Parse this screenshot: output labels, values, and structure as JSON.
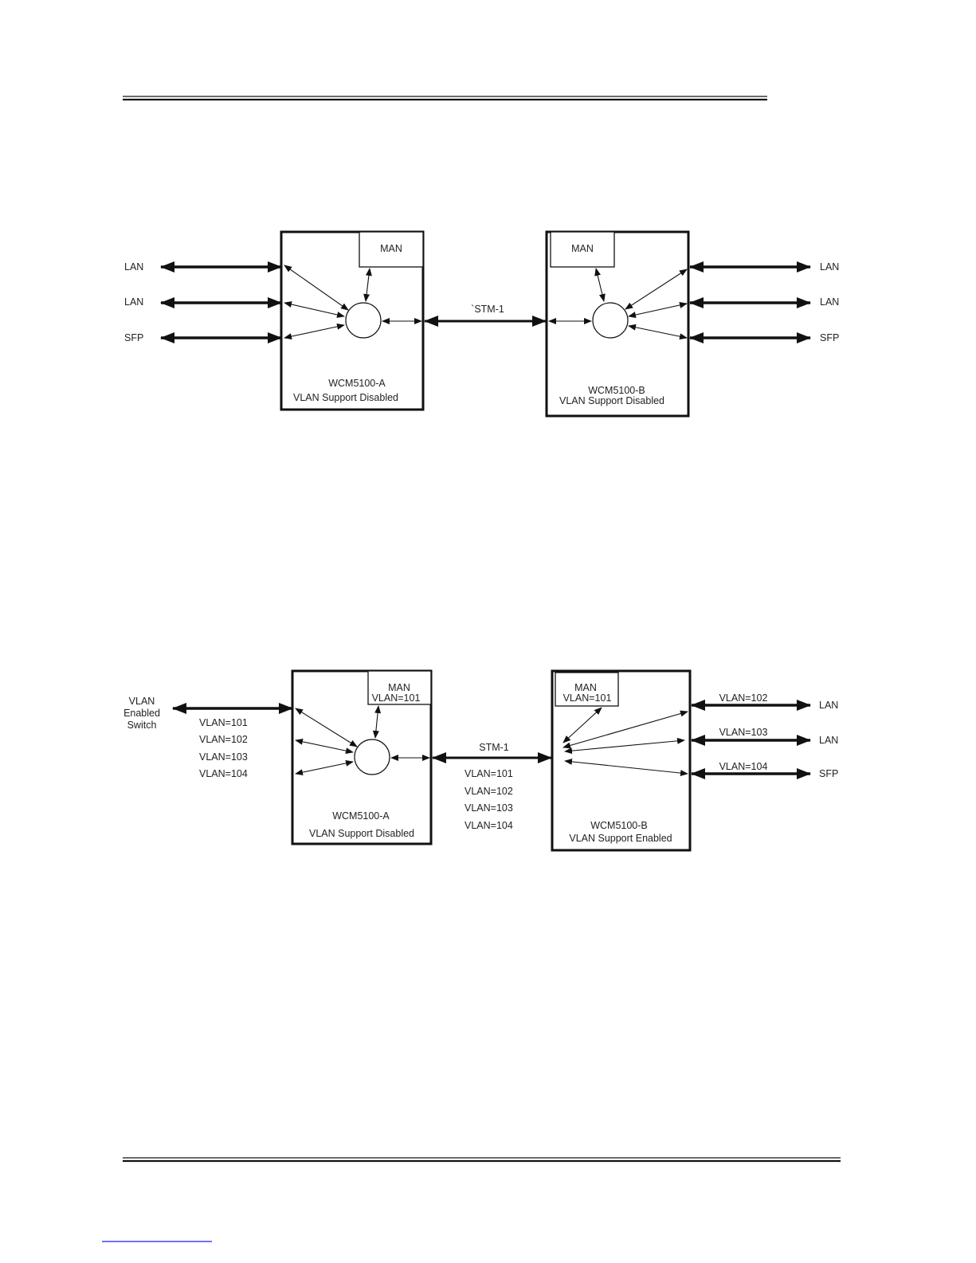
{
  "diagram1": {
    "left_ports": [
      "LAN",
      "LAN",
      "SFP"
    ],
    "right_ports": [
      "LAN",
      "LAN",
      "SFP"
    ],
    "device_a": {
      "man_label": "MAN",
      "name": "WCM5100-A",
      "status": "VLAN Support Disabled"
    },
    "device_b": {
      "man_label": "MAN",
      "name": "WCM5100-B",
      "status": "VLAN Support Disabled"
    },
    "link_label": "`STM-1"
  },
  "diagram2": {
    "switch_label": [
      "VLAN",
      "Enabled",
      "Switch"
    ],
    "switch_vlans": [
      "VLAN=101",
      "VLAN=102",
      "VLAN=103",
      "VLAN=104"
    ],
    "device_a": {
      "man_label": "MAN",
      "man_vlan": "VLAN=101",
      "name": "WCM5100-A",
      "status": "VLAN Support Disabled"
    },
    "link_label": "STM-1",
    "link_vlans": [
      "VLAN=101",
      "VLAN=102",
      "VLAN=103",
      "VLAN=104"
    ],
    "device_b": {
      "man_label": "MAN",
      "man_vlan": "VLAN=101",
      "name": "WCM5100-B",
      "status": "VLAN Support Enabled"
    },
    "right_ports": [
      {
        "vlan": "VLAN=102",
        "label": "LAN"
      },
      {
        "vlan": "VLAN=103",
        "label": "LAN"
      },
      {
        "vlan": "VLAN=104",
        "label": "SFP"
      }
    ]
  },
  "colors": {
    "line": "#111111",
    "footer_link": "#1a1aff"
  }
}
